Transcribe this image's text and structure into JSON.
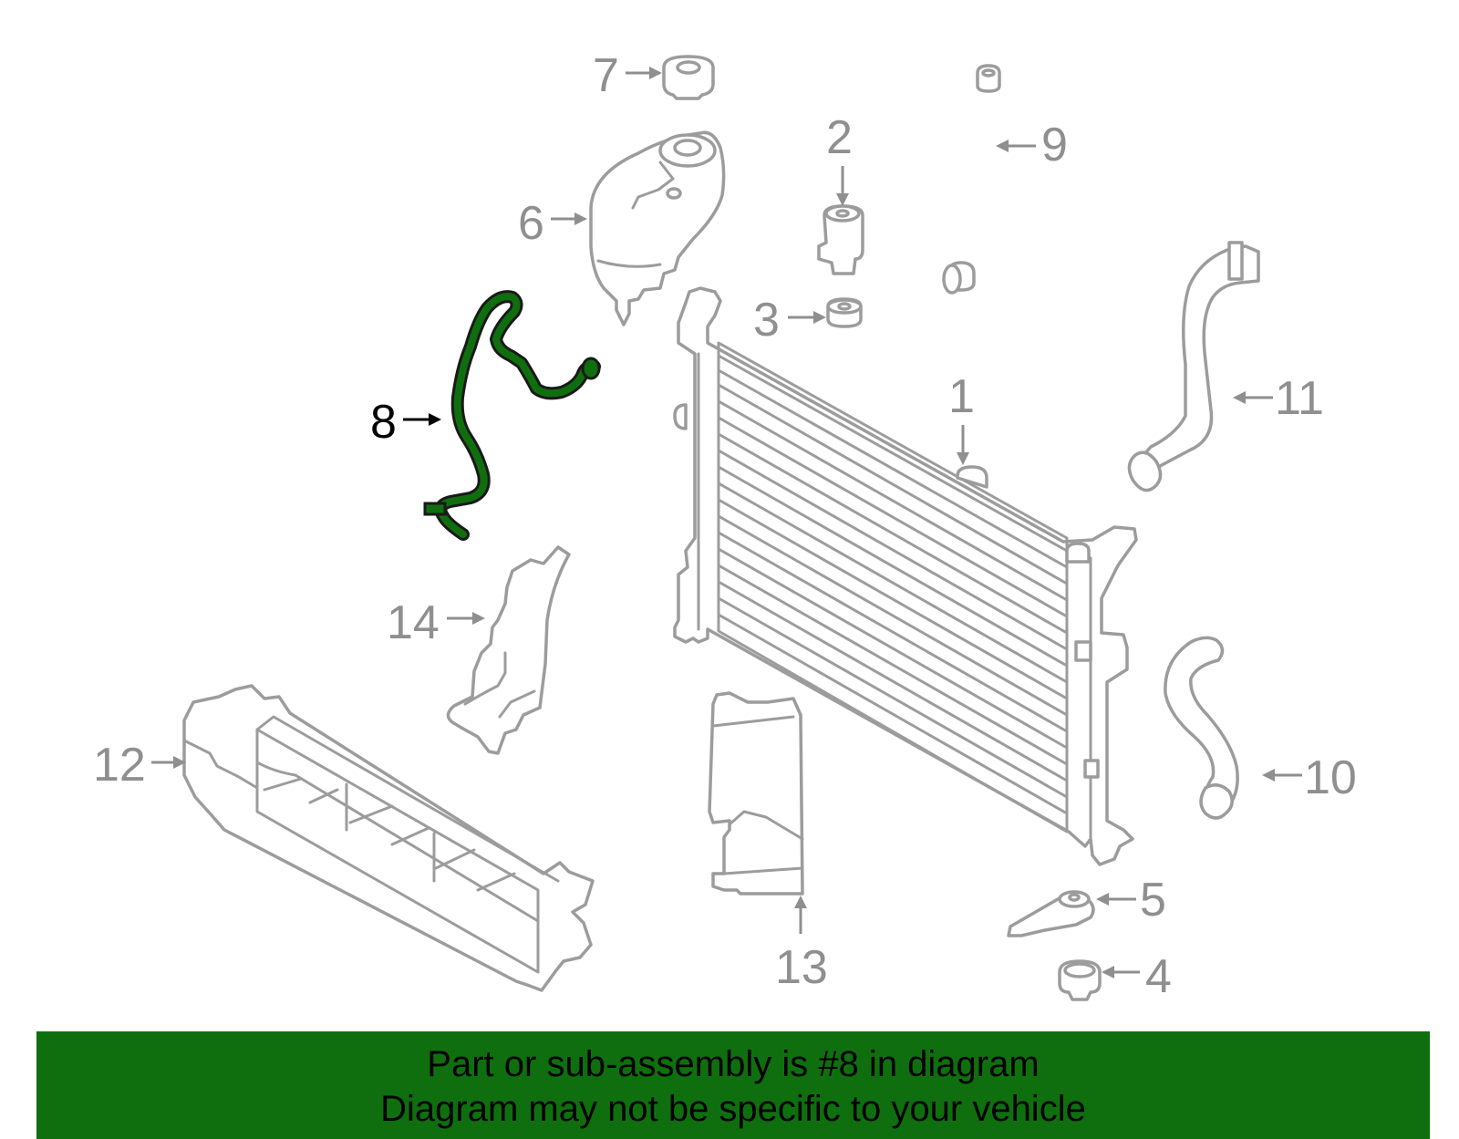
{
  "highlight_color": "#0f6f0f",
  "part_outline_color": "#9c9c9c",
  "callouts": {
    "c1": "1",
    "c2": "2",
    "c3": "3",
    "c4": "4",
    "c5": "5",
    "c6": "6",
    "c7": "7",
    "c8": "8",
    "c9": "9",
    "c10": "10",
    "c11": "11",
    "c12": "12",
    "c13": "13",
    "c14": "14"
  },
  "highlighted_part": "8",
  "banner": {
    "line1": "Part or sub-assembly is #8 in diagram",
    "line2": "Diagram may not be specific to your vehicle"
  }
}
